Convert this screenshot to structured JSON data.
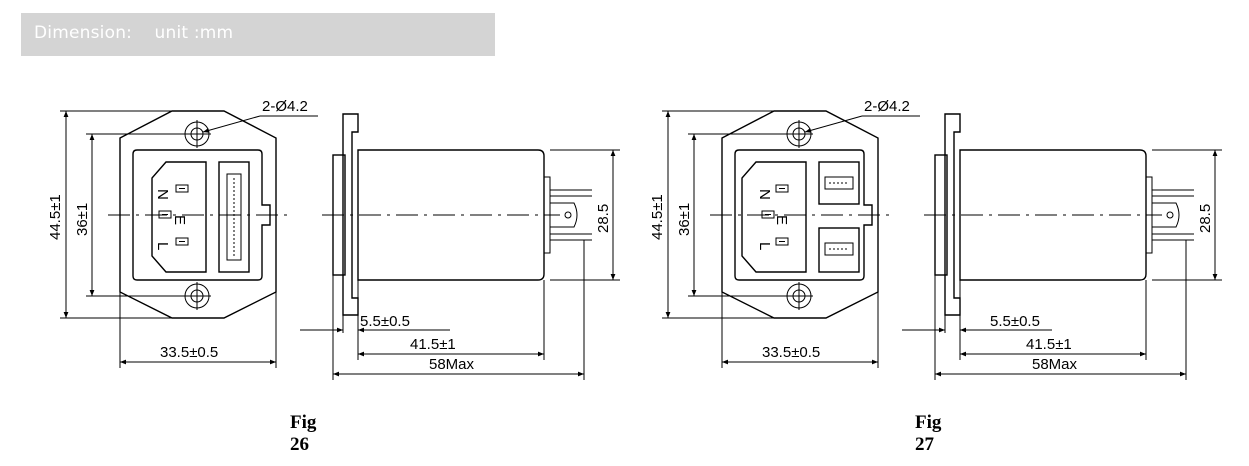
{
  "header": {
    "title": "Dimension:",
    "unit": "unit :mm"
  },
  "figures": [
    {
      "caption": "Fig 26",
      "variant": "single-fuse",
      "dims": {
        "holes": "2-Ø4.2",
        "height_outer": "44.5±1",
        "height_inner": "36±1",
        "width": "33.5±0.5",
        "terminal_span": "28.5",
        "flange": "5.5±0.5",
        "body": "41.5±1",
        "overall": "58Max"
      },
      "pin_letters": [
        "N",
        "E",
        "L"
      ]
    },
    {
      "caption": "Fig 27",
      "variant": "dual-fuse",
      "dims": {
        "holes": "2-Ø4.2",
        "height_outer": "44.5±1",
        "height_inner": "36±1",
        "width": "33.5±0.5",
        "terminal_span": "28.5",
        "flange": "5.5±0.5",
        "body": "41.5±1",
        "overall": "58Max"
      },
      "pin_letters": [
        "N",
        "E",
        "L"
      ]
    }
  ]
}
